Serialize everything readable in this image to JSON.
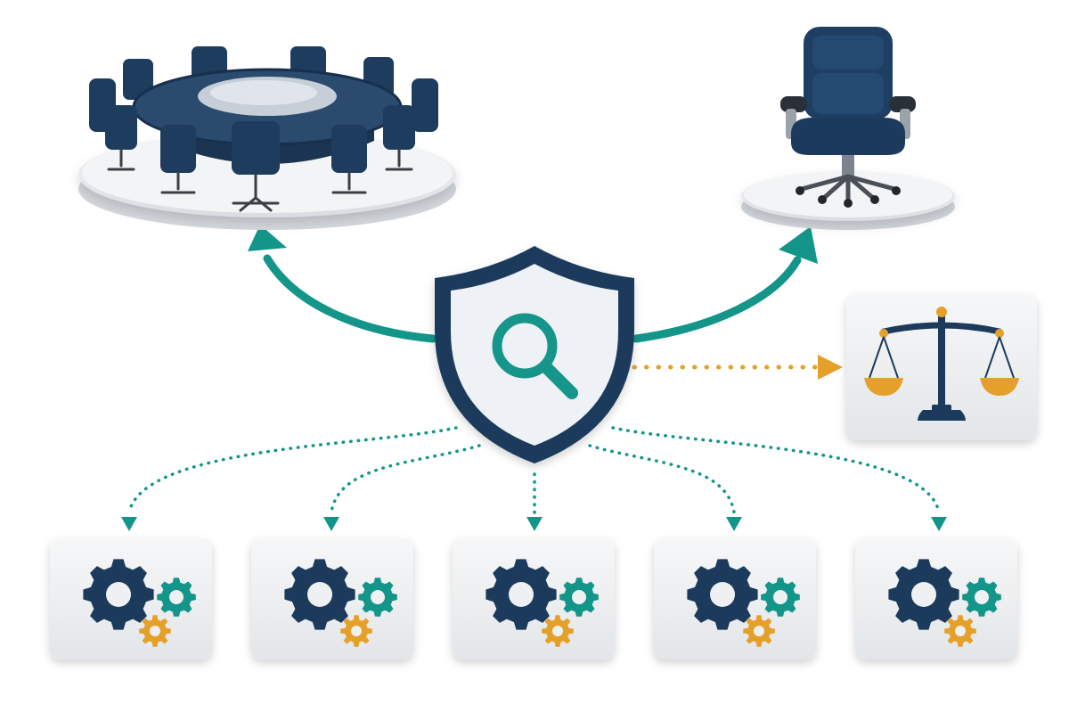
{
  "diagram": {
    "center": {
      "icon": "shield-magnifier-icon"
    },
    "top_nodes": [
      {
        "id": "board",
        "icon": "boardroom-table-icon",
        "connector": "solid"
      },
      {
        "id": "executive",
        "icon": "executive-chair-icon",
        "connector": "solid"
      }
    ],
    "side_node": {
      "id": "compliance",
      "icon": "balance-scale-icon",
      "connector": "dotted"
    },
    "bottom_nodes": [
      {
        "id": "operations-1",
        "icon": "gears-icon",
        "connector": "dotted"
      },
      {
        "id": "operations-2",
        "icon": "gears-icon",
        "connector": "dotted"
      },
      {
        "id": "operations-3",
        "icon": "gears-icon",
        "connector": "dotted"
      },
      {
        "id": "operations-4",
        "icon": "gears-icon",
        "connector": "dotted"
      },
      {
        "id": "operations-5",
        "icon": "gears-icon",
        "connector": "dotted"
      }
    ]
  },
  "colors": {
    "navy": "#1b3a5c",
    "teal": "#13958a",
    "orange": "#e5a02a",
    "card": "#eef0f2",
    "platform": "#eceef0",
    "shield_fill": "#eef1f5"
  }
}
